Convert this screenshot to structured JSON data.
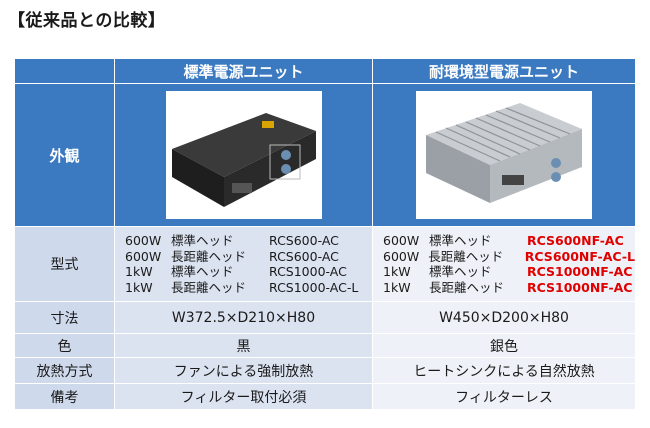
{
  "heading": "【従来品との比較】",
  "columns": {
    "standard": "標準電源ユニット",
    "rugged": "耐環境型電源ユニット"
  },
  "rows": {
    "appearance": "外観",
    "model": "型式",
    "size": "寸法",
    "color": "色",
    "cooling": "放熱方式",
    "notes": "備考"
  },
  "standard": {
    "models": [
      {
        "power": "600W",
        "head": "標準ヘッド",
        "model": "RCS600-AC"
      },
      {
        "power": "600W",
        "head": "長距離ヘッド",
        "model": "RCS600-AC"
      },
      {
        "power": "1kW",
        "head": "標準ヘッド",
        "model": "RCS1000-AC"
      },
      {
        "power": "1kW",
        "head": "長距離ヘッド",
        "model": "RCS1000-AC-L"
      }
    ],
    "size": "W372.5×D210×H80",
    "color": "黒",
    "cooling": "ファンによる強制放熱",
    "notes": "フィルター取付必須"
  },
  "rugged": {
    "models": [
      {
        "power": "600W",
        "head": "標準ヘッド",
        "model": "RCS600NF-AC"
      },
      {
        "power": "600W",
        "head": "長距離ヘッド",
        "model": "RCS600NF-AC-L"
      },
      {
        "power": "1kW",
        "head": "標準ヘッド",
        "model": "RCS1000NF-AC"
      },
      {
        "power": "1kW",
        "head": "長距離ヘッド",
        "model": "RCS1000NF-AC"
      }
    ],
    "size": "W450×D200×H80",
    "color": "銀色",
    "cooling": "ヒートシンクによる自然放熱",
    "notes": "フィルターレス"
  },
  "colors": {
    "header_blue": "#3b79c0",
    "label_bg": "#cfd9ec",
    "highlight_red": "#e00000"
  }
}
